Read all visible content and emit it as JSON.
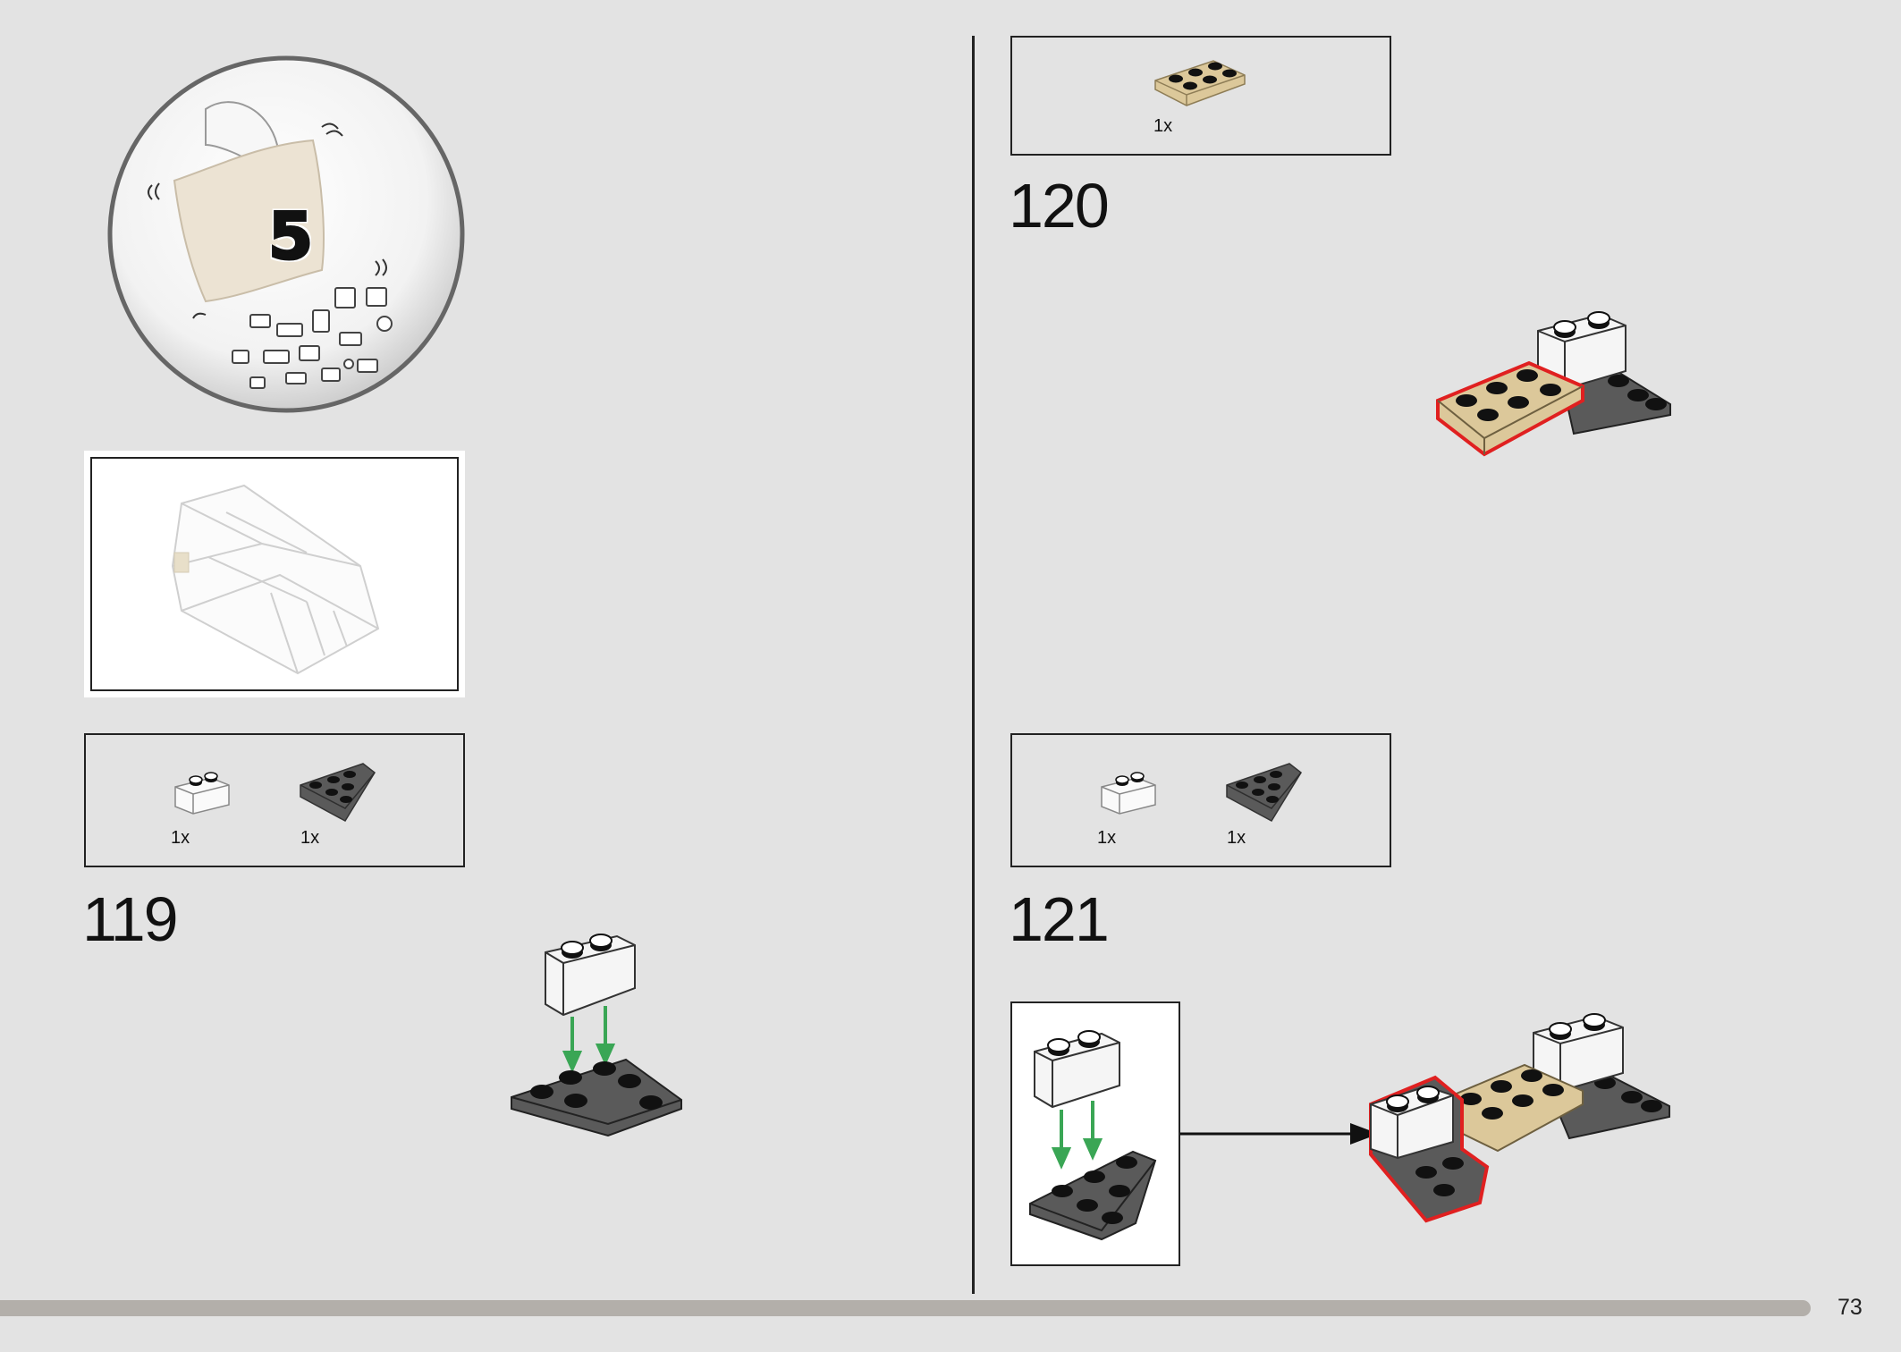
{
  "bag": {
    "number": "5"
  },
  "steps": [
    {
      "number": "119",
      "parts": [
        {
          "qty": "1x",
          "icon": "white-brick-1x2-icon"
        },
        {
          "qty": "1x",
          "icon": "dark-grey-wedge-plate-icon"
        }
      ]
    },
    {
      "number": "120",
      "parts": [
        {
          "qty": "1x",
          "icon": "tan-plate-2x3-icon"
        }
      ]
    },
    {
      "number": "121",
      "parts": [
        {
          "qty": "1x",
          "icon": "white-brick-1x2-icon"
        },
        {
          "qty": "1x",
          "icon": "dark-grey-wedge-plate-icon"
        }
      ]
    }
  ],
  "page": {
    "number": "73"
  },
  "colors": {
    "background": "#e3e3e3",
    "brick_white": "#f4f4f4",
    "brick_dark_grey": "#5a5a5a",
    "brick_tan": "#dcc89a",
    "highlight_red": "#e02020",
    "arrow_green": "#3aa655",
    "progress_bar": "#b3afaa"
  }
}
